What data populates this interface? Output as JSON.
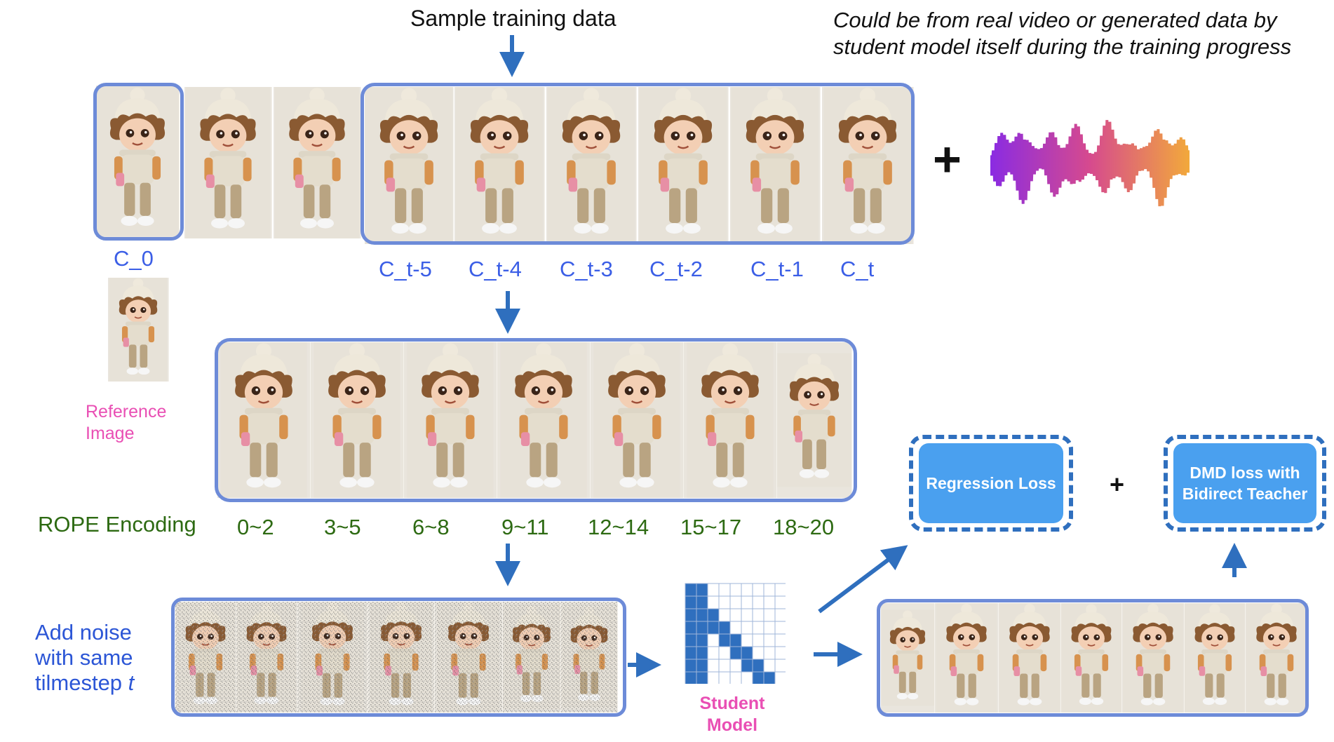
{
  "header": {
    "title": "Sample training data",
    "note_line1": "Could be from real video or generated data by",
    "note_line2": "student model itself during the training progress"
  },
  "top_row": {
    "first_label": "C_0",
    "labels": [
      "C_t-5",
      "C_t-4",
      "C_t-3",
      "C_t-2",
      "C_t-1",
      "C_t"
    ]
  },
  "reference": {
    "line1": "Reference",
    "line2": "Image"
  },
  "rope": {
    "label": "ROPE Encoding",
    "ranges": [
      "0~2",
      "3~5",
      "6~8",
      "9~11",
      "12~14",
      "15~17",
      "18~20"
    ]
  },
  "noise": {
    "line1": "Add noise",
    "line2": "with same",
    "line3_prefix": "tilmestep ",
    "line3_var": "t"
  },
  "student": {
    "line1": "Student",
    "line2": "Model"
  },
  "losses": {
    "regression": "Regression Loss",
    "plus": "+",
    "dmd_line1": "DMD loss with",
    "dmd_line2": "Bidirect Teacher"
  },
  "audio_plus": "+",
  "colors": {
    "label_blue": "#3b5ee6",
    "frame_border": "#6d8bd8",
    "arrow": "#2f6fbe",
    "loss_fill": "#4aa0ef",
    "rope_green": "#2d6a12",
    "pink": "#e94fb4",
    "grid_blue": "#2f6fbe"
  },
  "icons": [
    "character-frame",
    "waveform-icon",
    "attention-mask-grid",
    "down-arrow",
    "right-arrow"
  ]
}
